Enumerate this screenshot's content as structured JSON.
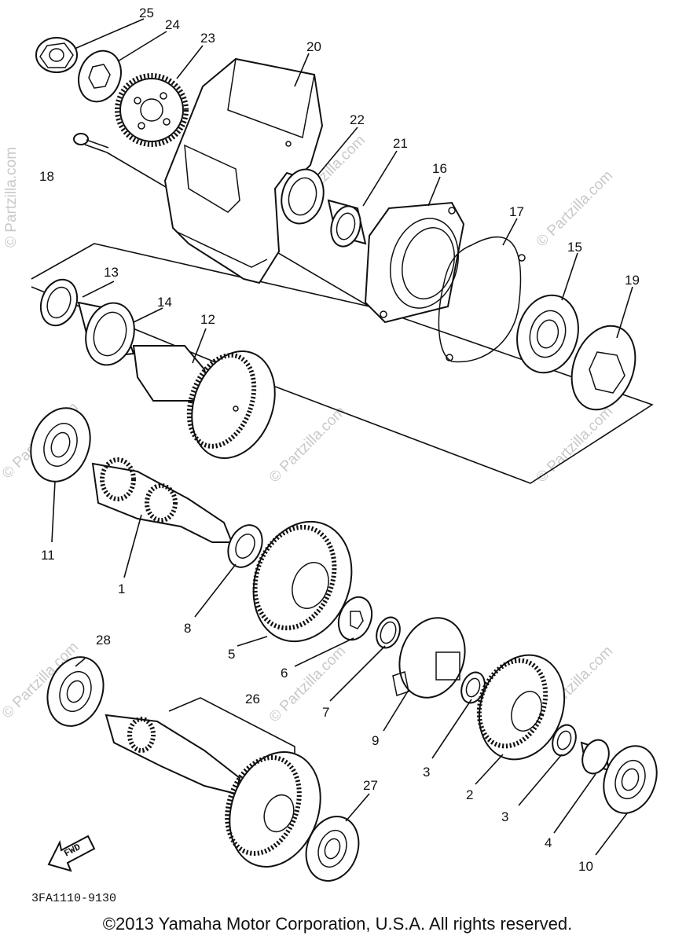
{
  "callouts": [
    "1",
    "2",
    "3",
    "3",
    "4",
    "5",
    "6",
    "7",
    "8",
    "9",
    "10",
    "11",
    "12",
    "13",
    "14",
    "15",
    "16",
    "17",
    "18",
    "19",
    "20",
    "21",
    "22",
    "23",
    "24",
    "25",
    "26",
    "27",
    "28"
  ],
  "fwd_label": "FWD",
  "diagram_code": "3FA1110-9130",
  "copyright": "©2013 Yamaha Motor Corporation, U.S.A. All rights reserved.",
  "watermark": "© Partzilla.com"
}
